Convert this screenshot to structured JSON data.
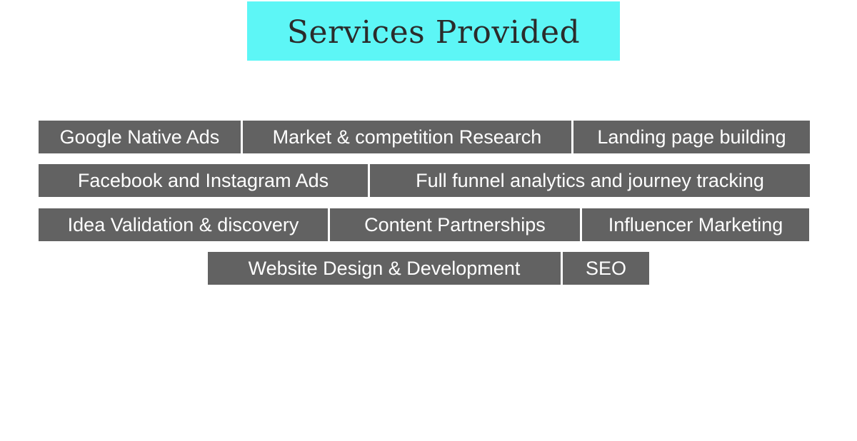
{
  "title": "Services Provided",
  "rows": [
    [
      {
        "label": "Google Native Ads"
      },
      {
        "label": "Market & competition Research"
      },
      {
        "label": "Landing page building"
      }
    ],
    [
      {
        "label": "Facebook and Instagram Ads"
      },
      {
        "label": "Full funnel analytics and journey tracking"
      }
    ],
    [
      {
        "label": "Idea Validation & discovery"
      },
      {
        "label": "Content Partnerships"
      },
      {
        "label": "Influencer Marketing"
      }
    ],
    [
      {
        "label": "Website Design & Development"
      },
      {
        "label": "SEO"
      }
    ]
  ],
  "colors": {
    "banner": "#5df6f6",
    "tag_background": "#626262",
    "tag_text": "#ffffff",
    "title_text": "#2b2b2b"
  }
}
